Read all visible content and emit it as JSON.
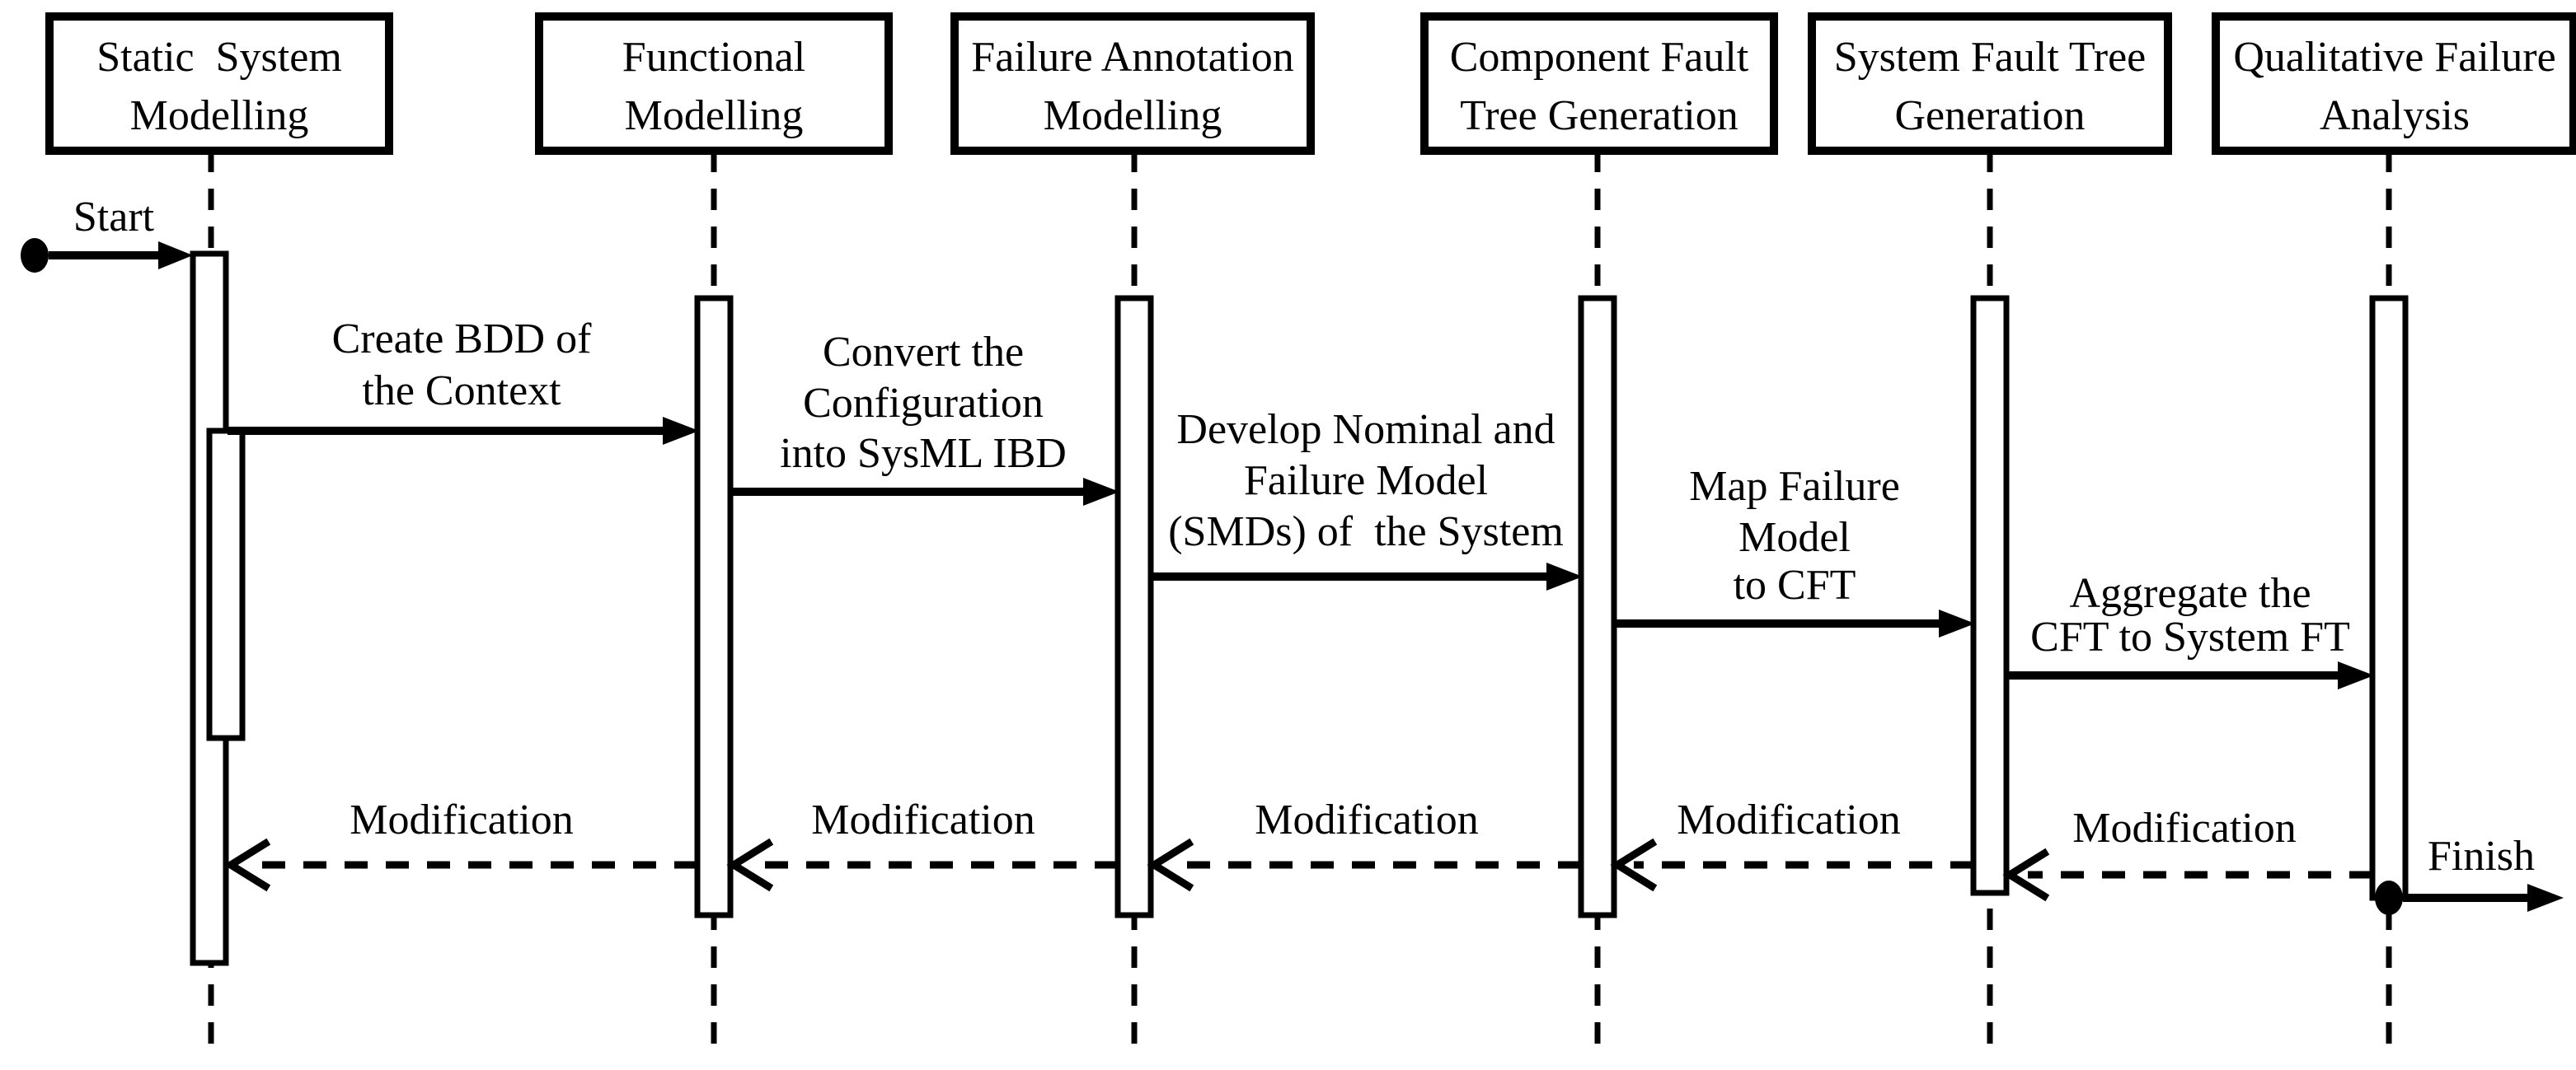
{
  "diagram": {
    "kind": "uml-sequence-diagram"
  },
  "colors": {
    "ink": "#000000",
    "background": "#ffffff"
  },
  "endpoints": {
    "start_label": "Start",
    "finish_label": "Finish"
  },
  "lifelines": [
    {
      "id": "static-system-modelling",
      "line1": "Static  System",
      "line2": "Modelling"
    },
    {
      "id": "functional-modelling",
      "line1": "Functional",
      "line2": "Modelling"
    },
    {
      "id": "failure-annotation-modelling",
      "line1": "Failure Annotation",
      "line2": "Modelling"
    },
    {
      "id": "component-fault-tree-generation",
      "line1": "Component Fault",
      "line2": "Tree Generation"
    },
    {
      "id": "system-fault-tree-generation",
      "line1": "System Fault Tree",
      "line2": "Generation"
    },
    {
      "id": "qualitative-failure-analysis",
      "line1": "Qualitative Failure",
      "line2": "Analysis"
    }
  ],
  "messages": [
    {
      "id": "create-bdd",
      "from": "static-system-modelling",
      "to": "functional-modelling",
      "style": "solid",
      "line1": "Create BDD of",
      "line2": "the Context"
    },
    {
      "id": "convert-configuration",
      "from": "functional-modelling",
      "to": "failure-annotation-modelling",
      "style": "solid",
      "line1": "Convert the",
      "line2": "Configuration",
      "line3": "into SysML IBD"
    },
    {
      "id": "develop-models",
      "from": "failure-annotation-modelling",
      "to": "component-fault-tree-generation",
      "style": "solid",
      "line1": "Develop Nominal and",
      "line2": "Failure Model",
      "line3": "(SMDs) of  the System"
    },
    {
      "id": "map-failure-model",
      "from": "component-fault-tree-generation",
      "to": "system-fault-tree-generation",
      "style": "solid",
      "line1": "Map Failure",
      "line2": "Model",
      "line3": "to CFT"
    },
    {
      "id": "aggregate-cft",
      "from": "system-fault-tree-generation",
      "to": "qualitative-failure-analysis",
      "style": "solid",
      "line1": "Aggregate the",
      "line2": "CFT to System FT"
    }
  ],
  "return_messages": [
    {
      "id": "modification-1",
      "label": "Modification",
      "from": "functional-modelling",
      "to": "static-system-modelling",
      "style": "dashed"
    },
    {
      "id": "modification-2",
      "label": "Modification",
      "from": "failure-annotation-modelling",
      "to": "functional-modelling",
      "style": "dashed"
    },
    {
      "id": "modification-3",
      "label": "Modification",
      "from": "component-fault-tree-generation",
      "to": "failure-annotation-modelling",
      "style": "dashed"
    },
    {
      "id": "modification-4",
      "label": "Modification",
      "from": "system-fault-tree-generation",
      "to": "component-fault-tree-generation",
      "style": "dashed"
    },
    {
      "id": "modification-5",
      "label": "Modification",
      "from": "qualitative-failure-analysis",
      "to": "system-fault-tree-generation",
      "style": "dashed"
    }
  ]
}
